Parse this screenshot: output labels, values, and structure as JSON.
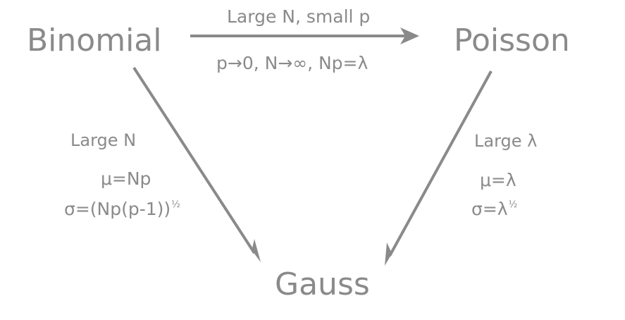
{
  "nodes": {
    "binomial": "Binomial",
    "poisson": "Poisson",
    "gauss": "Gauss"
  },
  "edges": {
    "binomial_to_poisson": {
      "title": "Large N, small p",
      "condition": "p→0, N→∞, Np=λ"
    },
    "binomial_to_gauss": {
      "title": "Large N",
      "mean": "μ=Np",
      "sigma": "σ=(Np(p-1))",
      "sigma_exponent": "½"
    },
    "poisson_to_gauss": {
      "title": "Large λ",
      "mean": "μ=λ",
      "sigma": "σ=λ",
      "sigma_exponent": "½"
    }
  },
  "colors": {
    "text": "#8a8a8a",
    "arrow": "#8a8a8a",
    "background": "#ffffff"
  }
}
